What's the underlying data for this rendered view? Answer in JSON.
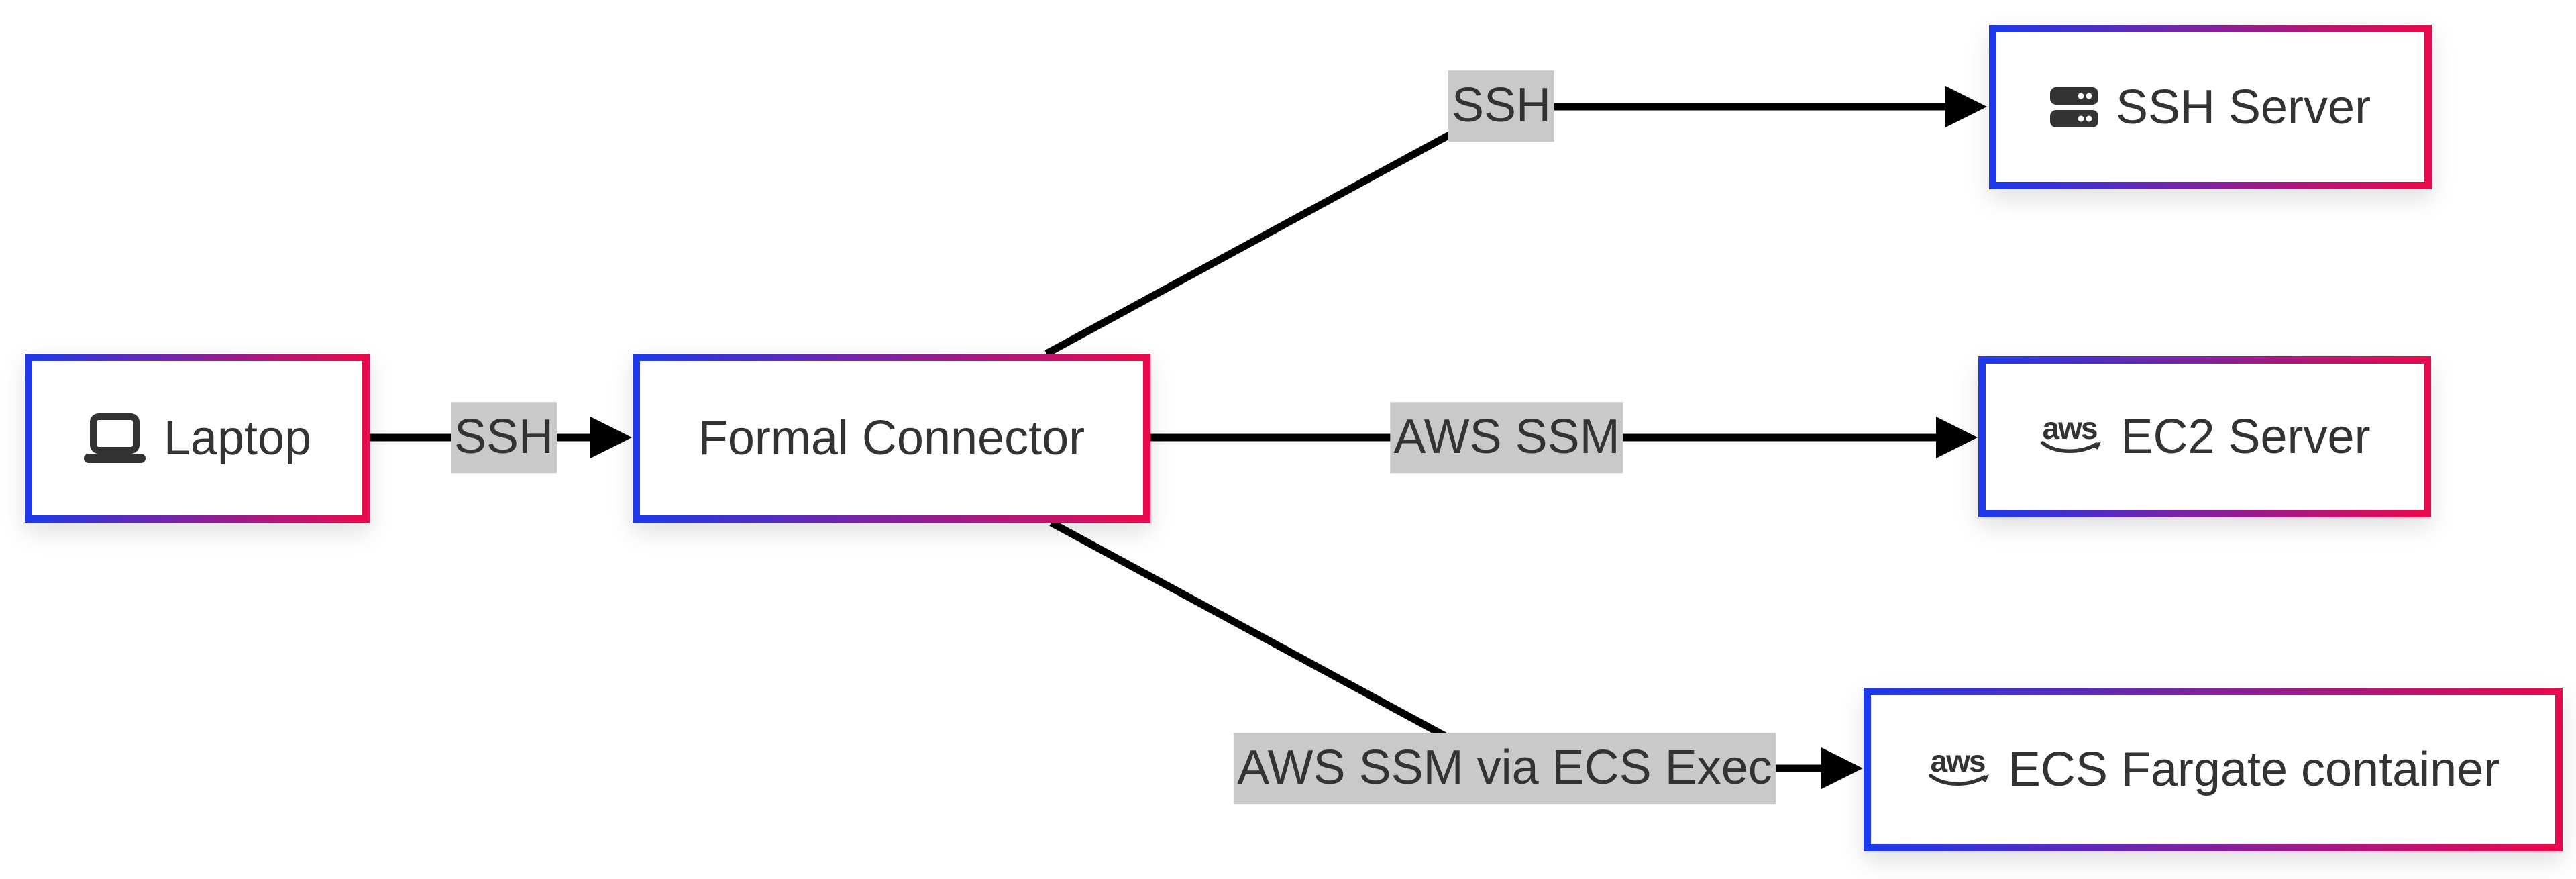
{
  "diagram": {
    "background": "#ffffff",
    "nodes": [
      {
        "id": "laptop",
        "label": "Laptop",
        "icon": "laptop-icon"
      },
      {
        "id": "formal-connector",
        "label": "Formal Connector",
        "icon": null
      },
      {
        "id": "ssh-server",
        "label": "SSH Server",
        "icon": "server-stack-icon"
      },
      {
        "id": "ec2-server",
        "label": "EC2 Server",
        "icon": "aws-logo-icon"
      },
      {
        "id": "ecs-fargate",
        "label": "ECS Fargate container",
        "icon": "aws-logo-icon"
      }
    ],
    "edges": [
      {
        "from": "laptop",
        "to": "formal-connector",
        "label": "SSH"
      },
      {
        "from": "formal-connector",
        "to": "ssh-server",
        "label": "SSH"
      },
      {
        "from": "formal-connector",
        "to": "ec2-server",
        "label": "AWS SSM"
      },
      {
        "from": "formal-connector",
        "to": "ecs-fargate",
        "label": "AWS SSM via ECS Exec"
      }
    ],
    "aws_logo_text": "aws",
    "colors": {
      "node_border_gradient_start": "#1d39eb",
      "node_border_gradient_end": "#e9094d",
      "node_background": "#ffffff",
      "node_text": "#333333",
      "edge_line": "#000000",
      "edge_label_background": "#c9c9c9",
      "edge_label_text": "#333333"
    }
  }
}
